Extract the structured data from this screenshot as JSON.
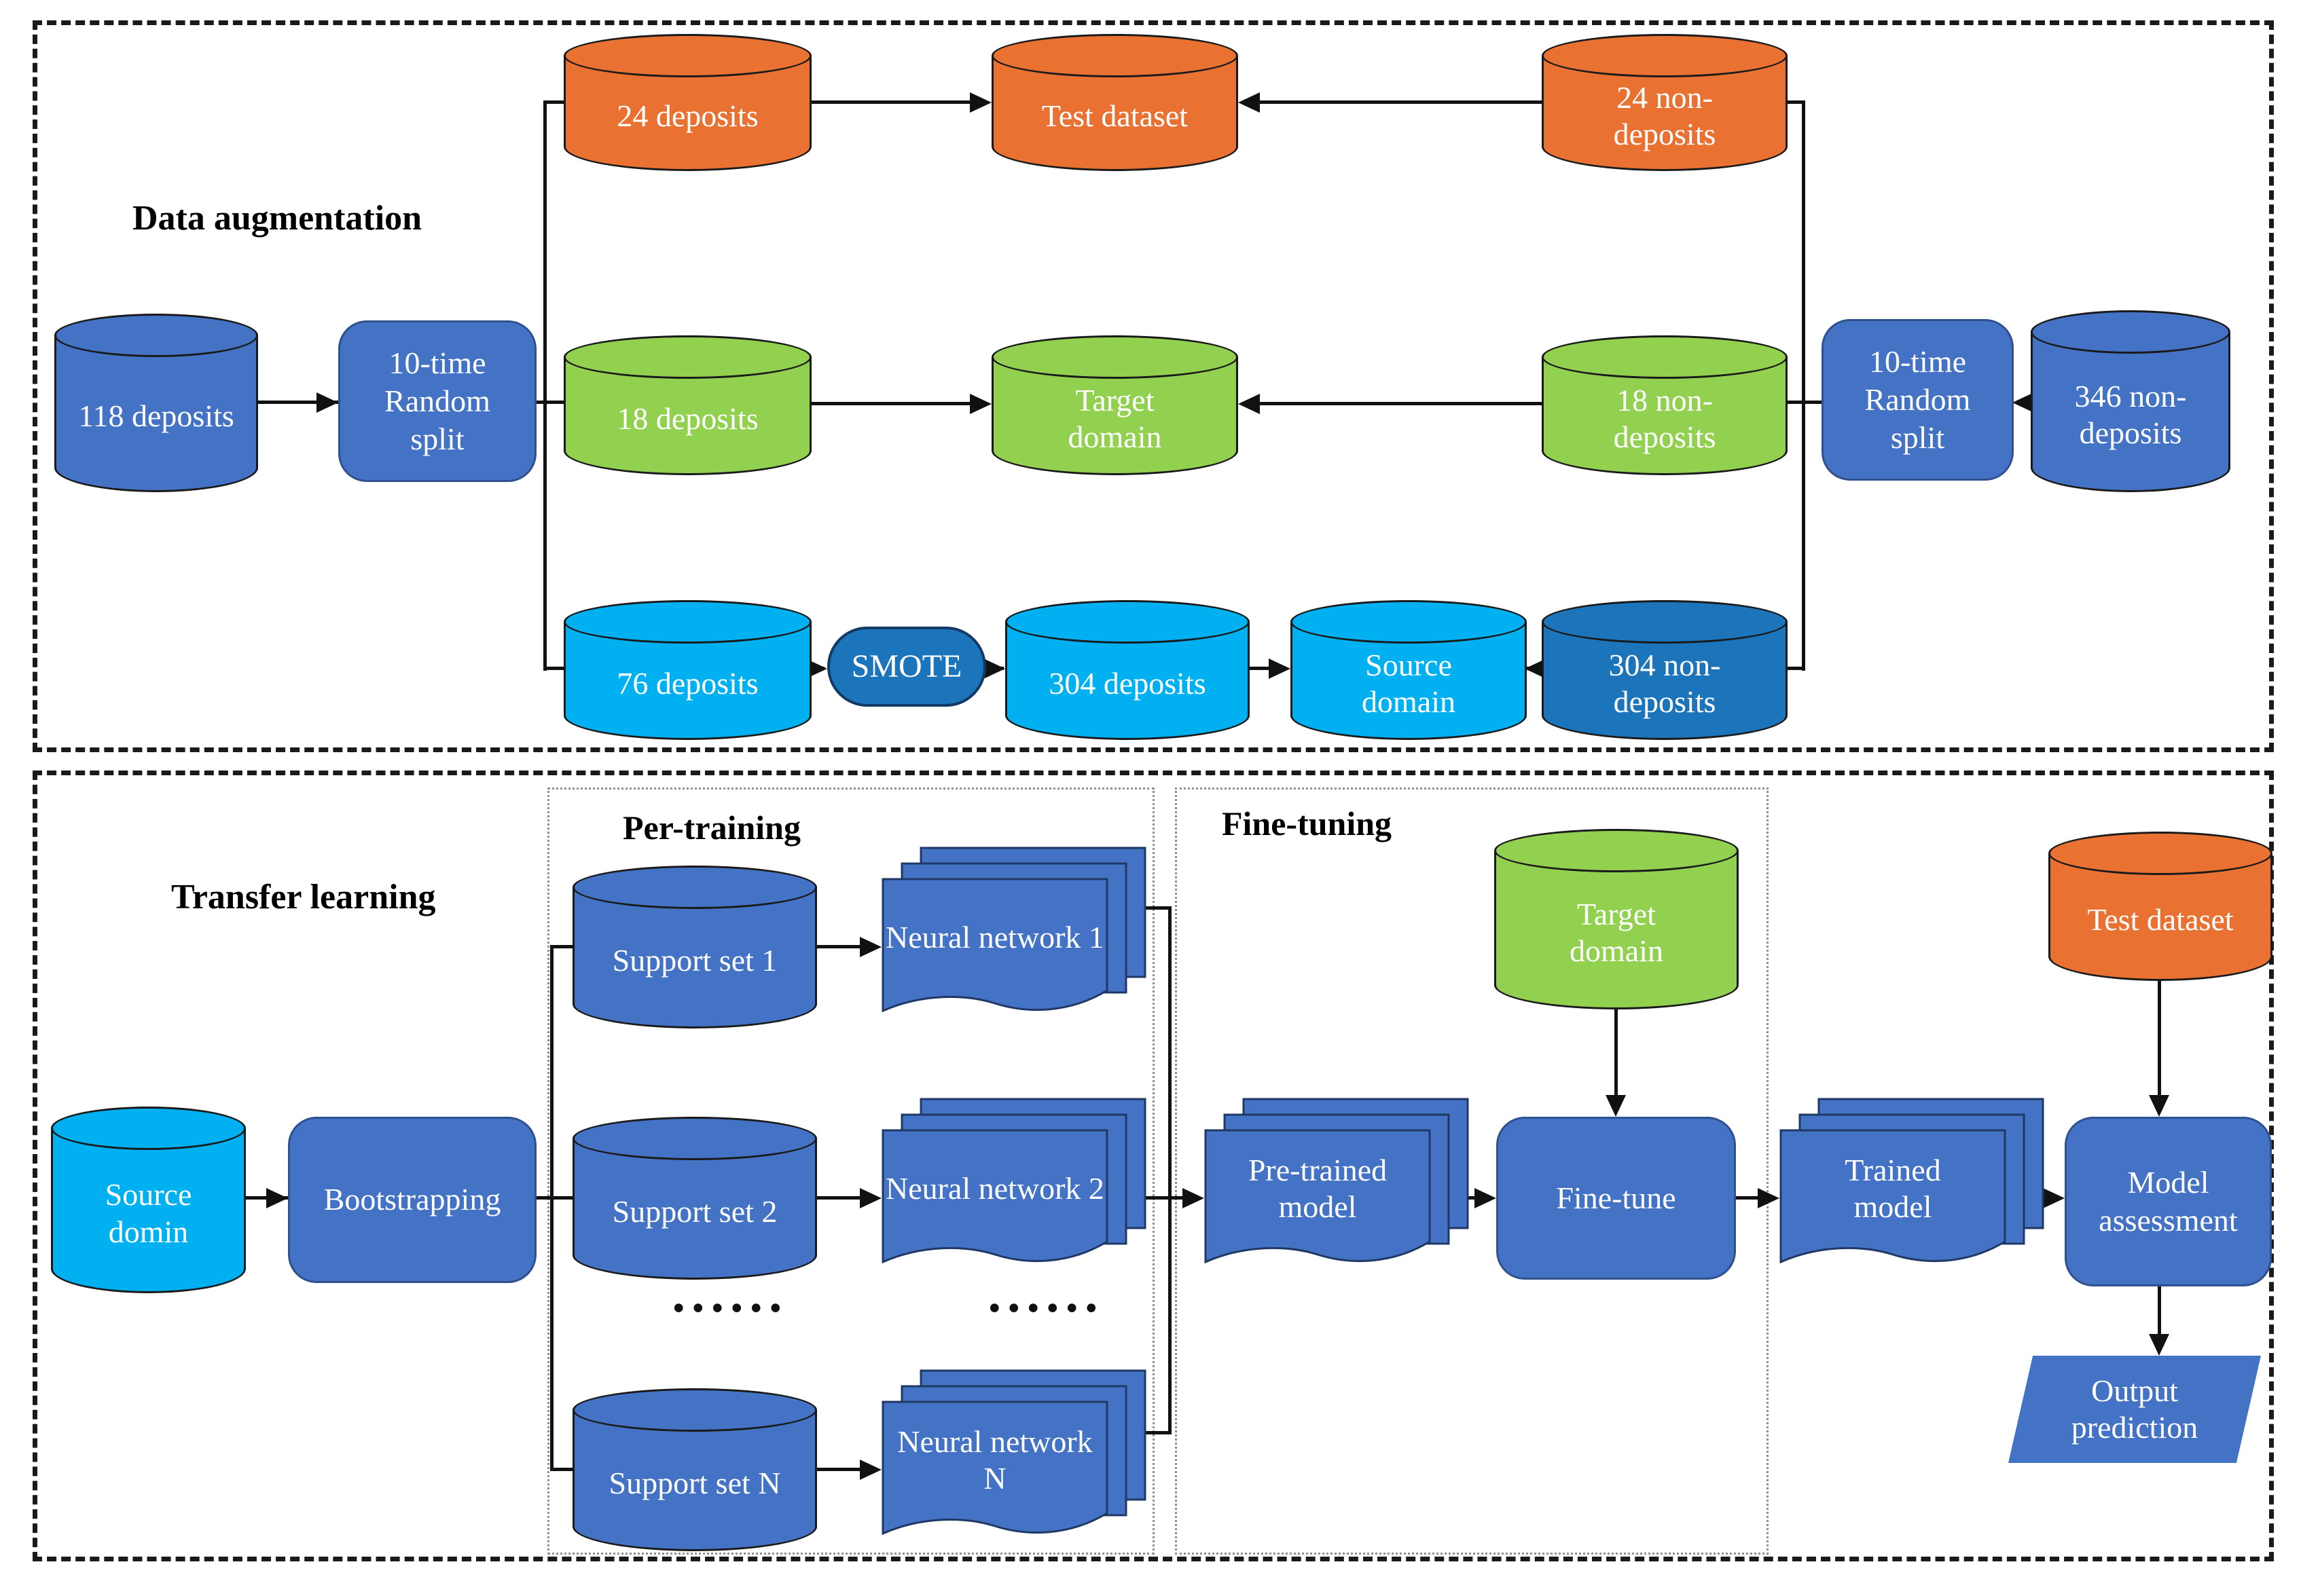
{
  "colors": {
    "blue": "#4472C4",
    "blue_dark": "#1C75BB",
    "cyan": "#00B0F0",
    "green": "#92D050",
    "orange": "#E97132",
    "line": "#111111",
    "box_border": "#2F528F"
  },
  "sections": {
    "data_augmentation": {
      "title": "Data augmentation",
      "nodes": {
        "deposits_118": "118 deposits",
        "random_split_left": "10-time Random split",
        "deposits_24": "24 deposits",
        "test_dataset": "Test dataset",
        "non_deposits_24": "24 non-deposits",
        "deposits_18": "18 deposits",
        "target_domain": "Target domain",
        "non_deposits_18": "18 non-deposits",
        "random_split_right": "10-time Random split",
        "non_deposits_346": "346 non-deposits",
        "deposits_76": "76 deposits",
        "smote": "SMOTE",
        "deposits_304": "304 deposits",
        "source_domain": "Source domain",
        "non_deposits_304": "304 non-deposits"
      }
    },
    "transfer_learning": {
      "title": "Transfer learning",
      "pre_training": {
        "title": "Per-training",
        "support_set_1": "Support set 1",
        "neural_network_1": "Neural network 1",
        "support_set_2": "Support set 2",
        "neural_network_2": "Neural network 2",
        "support_set_n": "Support set N",
        "neural_network_n": "Neural network N",
        "ellipsis_left": "......",
        "ellipsis_right": "......"
      },
      "fine_tuning": {
        "title": "Fine-tuning",
        "target_domain": "Target domain",
        "pre_trained_model": "Pre-trained model",
        "fine_tune": "Fine-tune"
      },
      "source_domin": "Source domin",
      "bootstrapping": "Bootstrapping",
      "trained_model": "Trained model",
      "test_dataset": "Test dataset",
      "model_assessment": "Model assessment",
      "output_prediction": "Output prediction"
    }
  }
}
